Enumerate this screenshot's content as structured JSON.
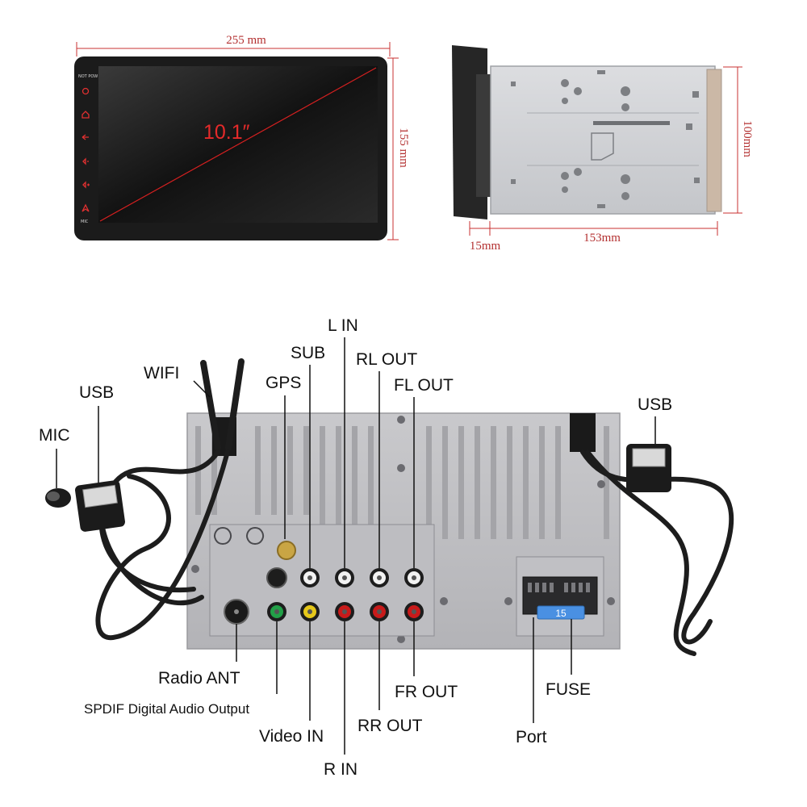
{
  "dimensions": {
    "width": "255 mm",
    "height": "155 mm",
    "diagonal": "10.1″",
    "depth_front": "15mm",
    "depth_body": "153mm",
    "chassis_height": "100mm"
  },
  "panel_buttons": {
    "top": "NOT POW",
    "bottom": "MIC"
  },
  "connectors": {
    "mic": "MIC",
    "usb_left": "USB",
    "wifi": "WIFI",
    "gps": "GPS",
    "sub": "SUB",
    "l_in": "L IN",
    "rl_out": "RL OUT",
    "fl_out": "FL OUT",
    "usb_right": "USB",
    "radio_ant": "Radio ANT",
    "spdif": "SPDIF Digital Audio Output",
    "video_in": "Video IN",
    "r_in": "R IN",
    "fr_out": "FR OUT",
    "rr_out": "RR OUT",
    "fuse": "FUSE",
    "port": "Port"
  },
  "fuse_value": "15",
  "colors": {
    "dimension_line": "#c83030",
    "screen_diagonal": "#d42020",
    "icon_red": "#e03030",
    "jack_white": "#f2f2f2",
    "jack_red": "#c81a1a",
    "jack_yellow": "#e6c81a",
    "jack_green": "#22a048",
    "fuse_blue": "#4a90e2"
  }
}
